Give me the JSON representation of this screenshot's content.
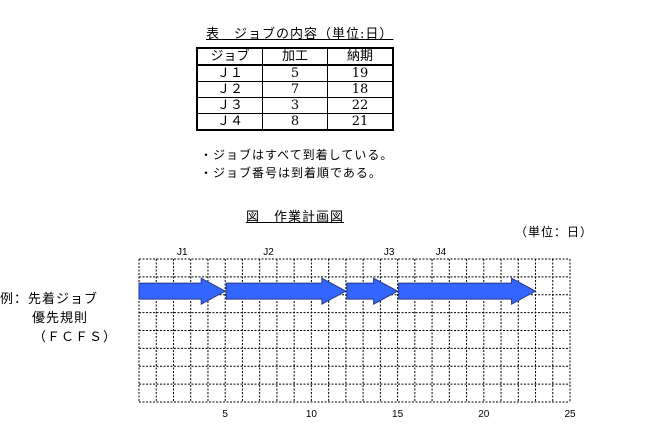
{
  "table": {
    "caption": "表　ジョブの内容（単位:日）",
    "headers": [
      "ジョブ",
      "加工",
      "納期"
    ],
    "rows": [
      [
        "Ｊ１",
        "5",
        "19"
      ],
      [
        "Ｊ２",
        "7",
        "18"
      ],
      [
        "Ｊ３",
        "3",
        "22"
      ],
      [
        "Ｊ４",
        "8",
        "21"
      ]
    ]
  },
  "notes": [
    "・ジョブはすべて到着している。",
    "・ジョブ番号は到着順である。"
  ],
  "chart_caption": "図　作業計画図",
  "unit_label": "（単位：日）",
  "example_label": {
    "line1": "例：先着ジョブ",
    "line2": "優先規則",
    "line3": "（ＦＣＦＳ）"
  },
  "chart_data": {
    "type": "gantt",
    "x_ticks": [
      5,
      10,
      15,
      20,
      25
    ],
    "xlim": [
      0,
      25
    ],
    "rows": 8,
    "grid": true,
    "arrow_color": "#3366ff",
    "tasks": [
      {
        "label": "J1",
        "start": 0,
        "end": 5
      },
      {
        "label": "J2",
        "start": 5,
        "end": 12
      },
      {
        "label": "J3",
        "start": 12,
        "end": 15
      },
      {
        "label": "J4",
        "start": 15,
        "end": 23
      }
    ]
  }
}
